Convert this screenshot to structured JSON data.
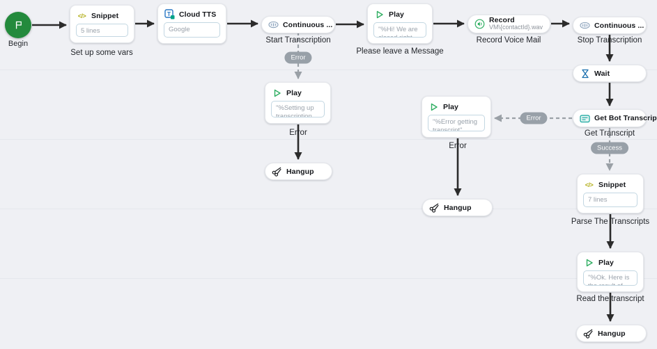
{
  "nodes": {
    "begin": {
      "label": "Begin"
    },
    "snippet_setup": {
      "title": "Snippet",
      "body": "5 lines",
      "caption": "Set up some vars"
    },
    "cloud_tts": {
      "title": "Cloud TTS",
      "body": "Google"
    },
    "start_transcription": {
      "title": "Continuous ...",
      "caption": "Start Transcription"
    },
    "play_closed_message": {
      "title": "Play",
      "body": "\"%Hi! We are closed right now, ...",
      "caption": "Please leave a Message"
    },
    "record": {
      "title": "Record",
      "subtitle": "VM\\{contactId}.wav",
      "caption": "Record Voice Mail"
    },
    "stop_transcription": {
      "title": "Continuous ...",
      "caption": "Stop Transcription"
    },
    "wait": {
      "title": "Wait"
    },
    "get_bot_transcript": {
      "title": "Get Bot Transcript",
      "caption": "Get Transcript"
    },
    "snippet_parse": {
      "title": "Snippet",
      "body": "7 lines",
      "caption": "Parse The Transcripts"
    },
    "play_result": {
      "title": "Play",
      "body": "\"%Ok. Here is the result of the ...",
      "caption": "Read the transcript"
    },
    "hangup_main": {
      "title": "Hangup"
    },
    "play_setup_error": {
      "title": "Play",
      "body": "\"%Setting up transcription ...",
      "caption": "Error"
    },
    "hangup_setup_error": {
      "title": "Hangup"
    },
    "play_transcript_error": {
      "title": "Play",
      "body": "\"%Error getting transcript\"",
      "caption": "Error"
    },
    "hangup_transcript_error": {
      "title": "Hangup"
    }
  },
  "badges": {
    "start_transcription_error": "Error",
    "get_transcript_success": "Success",
    "get_transcript_error": "Error"
  },
  "icon_glyphs": {
    "snippet": "</>"
  },
  "colors": {
    "canvas_background": "#eff0f4",
    "begin_green": "#238a3c",
    "play_green": "#2fae62",
    "wait_blue": "#1a6fae",
    "tts_blue": "#2676c4",
    "transcript_teal": "#0fa39b",
    "snippet_yellow": "#b3af1b",
    "badge_gray": "#98a0a8",
    "connector_black": "#2b2b2b",
    "connector_gray": "#9aa0a6"
  }
}
